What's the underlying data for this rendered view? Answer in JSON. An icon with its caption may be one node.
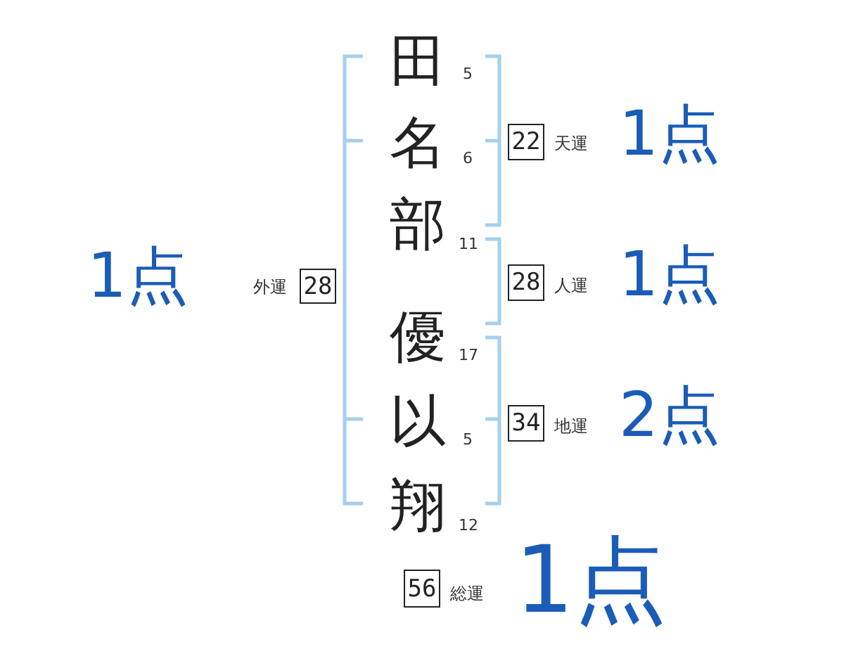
{
  "diagram": {
    "nodes": [
      {
        "text": [
          "22"
        ],
        "beside": [
          "天運",
          "1点"
        ]
      },
      {
        "text": [
          "28"
        ],
        "beside": [
          "外運",
          "1点"
        ]
      },
      {
        "text": [
          "28"
        ],
        "beside": [
          "人運",
          "1点"
        ]
      },
      {
        "text": [
          "34"
        ],
        "beside": [
          "地運",
          "2点"
        ]
      },
      {
        "text": [
          "56"
        ],
        "beside": [
          "総運",
          "1点"
        ]
      }
    ],
    "labels": [
      "田",
      "5",
      "名",
      "6",
      "部",
      "11",
      "優",
      "17",
      "以",
      "5",
      "翔",
      "12"
    ]
  }
}
